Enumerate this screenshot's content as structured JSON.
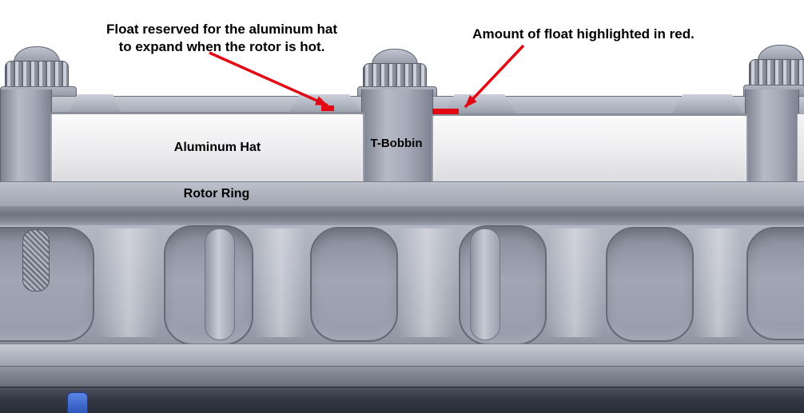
{
  "annotations": {
    "float_note": {
      "line1": "Float reserved for the aluminum hat",
      "line2": "to expand when the rotor is hot."
    },
    "red_note": "Amount of float highlighted in red."
  },
  "part_labels": {
    "aluminum_hat": "Aluminum Hat",
    "t_bobbin": "T-Bobbin",
    "rotor_ring": "Rotor Ring"
  },
  "colors": {
    "arrow_red": "#e30613",
    "float_highlight_red": "#e30613",
    "hardware_blue": "#3565d8"
  }
}
